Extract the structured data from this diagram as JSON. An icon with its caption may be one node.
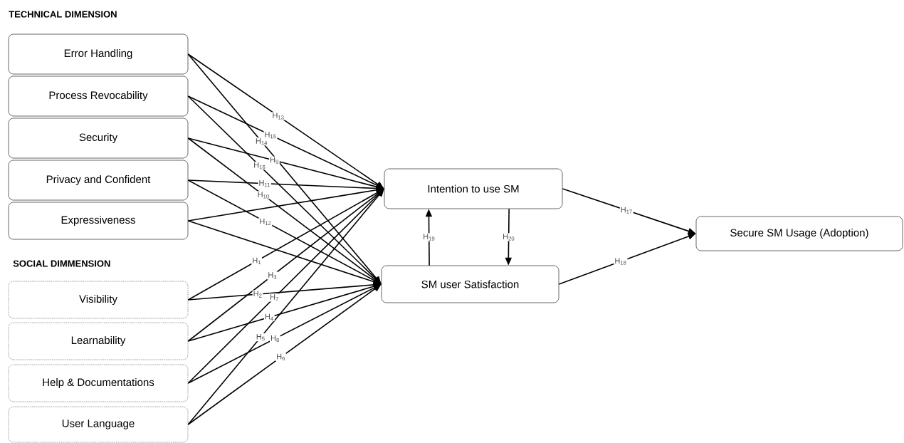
{
  "diagram": {
    "nodes": [
      {
        "text": [
          "Error Handling"
        ]
      },
      {
        "text": [
          "Process Revocability"
        ]
      },
      {
        "text": [
          "Security"
        ]
      },
      {
        "text": [
          "Privacy and Confident"
        ]
      },
      {
        "text": [
          "Expressiveness"
        ]
      },
      {
        "text": [
          "Visibility"
        ]
      },
      {
        "text": [
          "Learnability"
        ]
      },
      {
        "text": [
          "Help & Documentations"
        ]
      },
      {
        "text": [
          "User Language"
        ]
      },
      {
        "text": [
          "Intention to use SM"
        ]
      },
      {
        "text": [
          "SM user Satisfaction"
        ]
      },
      {
        "text": [
          "Secure SM Usage (Adoption)"
        ]
      }
    ],
    "edges": [
      {
        "from": 0,
        "to": 9,
        "arrow": "to",
        "label": "H$_{13}$"
      },
      {
        "from": 0,
        "to": 10,
        "arrow": "to",
        "label": "H$_{14}$"
      },
      {
        "from": 1,
        "to": 9,
        "arrow": "to",
        "label": "H$_{15}$"
      },
      {
        "from": 1,
        "to": 10,
        "arrow": "to",
        "label": "H$_{16}$"
      },
      {
        "from": 2,
        "to": 9,
        "arrow": "to",
        "label": "H$_{9}$"
      },
      {
        "from": 2,
        "to": 10,
        "arrow": "to",
        "label": "H$_{10}$"
      },
      {
        "from": 3,
        "to": 9,
        "arrow": "to",
        "label": "H$_{11}$"
      },
      {
        "from": 3,
        "to": 10,
        "arrow": "to",
        "label": "H$_{12}$"
      },
      {
        "from": 4,
        "to": 9,
        "arrow": "to"
      },
      {
        "from": 4,
        "to": 10,
        "arrow": "to"
      },
      {
        "from": 5,
        "to": 9,
        "arrow": "to",
        "label": "H$_{1}$"
      },
      {
        "from": 5,
        "to": 10,
        "arrow": "to",
        "label": "H$_{2}$"
      },
      {
        "from": 6,
        "to": 9,
        "arrow": "to",
        "label": "H$_{3}$"
      },
      {
        "from": 6,
        "to": 10,
        "arrow": "to",
        "label": "H$_{4}$"
      },
      {
        "from": 7,
        "to": 9,
        "arrow": "to",
        "label": "H$_{7}$"
      },
      {
        "from": 7,
        "to": 10,
        "arrow": "to",
        "label": "H$_{8}$"
      },
      {
        "from": 8,
        "to": 9,
        "arrow": "to",
        "label": "H$_{5}$"
      },
      {
        "from": 8,
        "to": 10,
        "arrow": "to",
        "label": "H$_{6}$"
      },
      {
        "from": 9,
        "to": 11,
        "arrow": "to",
        "label": "H$_{17}$"
      },
      {
        "from": 10,
        "to": 11,
        "arrow": "to",
        "label": "H$_{18}$"
      },
      {
        "from": 10,
        "to": 9,
        "arrow": "to",
        "label": "H$_{19}$"
      },
      {
        "from": 9,
        "to": 10,
        "arrow": "to",
        "label": "H$_{20}$"
      }
    ],
    "labels": [
      "TECHNICAL DIMENSION",
      "SOCIAL DIMMENSION"
    ]
  }
}
